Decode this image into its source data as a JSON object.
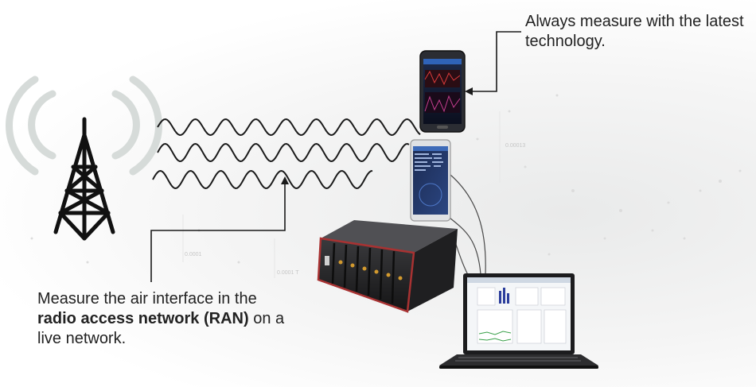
{
  "callouts": {
    "top": {
      "text": "Always measure with the latest technology."
    },
    "bottom": {
      "prefix": "Measure the air interface in the ",
      "bold": "radio access network (RAN)",
      "suffix": " on a live network."
    }
  },
  "background_labels": [
    "0.00013",
    "0.0001",
    "0.0001 T"
  ],
  "colors": {
    "text": "#222222",
    "line": "#1a1a1a",
    "signal_arcs": "#d6dbd9",
    "analyzer_trim": "#a83232"
  },
  "icons": [
    "radio-tower-icon",
    "smartphone-icon",
    "tablet-phone-icon",
    "rack-analyzer-icon",
    "laptop-icon"
  ]
}
